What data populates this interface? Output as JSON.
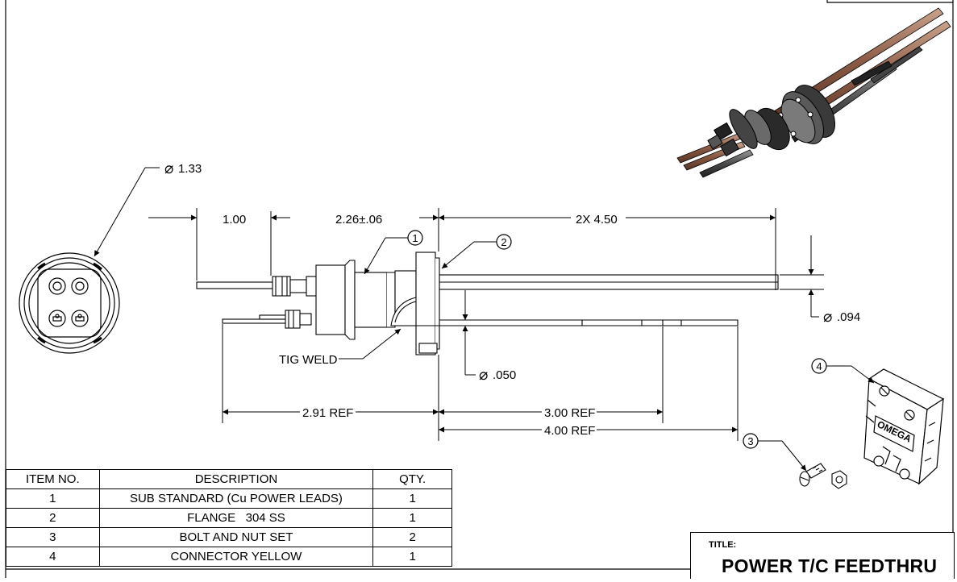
{
  "dimensions": {
    "flange_diameter": "1.33",
    "length_a": "1.00",
    "length_b": "2.26±.06",
    "length_c": "2X 4.50",
    "lead_diameter_large": ".094",
    "lead_diameter_small": ".050",
    "ref_a": "2.91 REF",
    "ref_b": "3.00 REF",
    "ref_c": "4.00 REF"
  },
  "callouts": {
    "weld": "TIG WELD",
    "balloon_1": "1",
    "balloon_2": "2",
    "balloon_3": "3",
    "balloon_4": "4",
    "connector_brand": "OMEGA"
  },
  "bom": {
    "headers": [
      "ITEM NO.",
      "DESCRIPTION",
      "QTY."
    ],
    "rows": [
      {
        "item": "1",
        "description": "SUB STANDARD (Cu POWER LEADS)",
        "qty": "1"
      },
      {
        "item": "2",
        "description": "FLANGE   304 SS",
        "qty": "1"
      },
      {
        "item": "3",
        "description": "BOLT AND NUT SET",
        "qty": "2"
      },
      {
        "item": "4",
        "description": "CONNECTOR YELLOW",
        "qty": "1"
      }
    ]
  },
  "title_block": {
    "label": "TITLE:",
    "title": "POWER T/C FEEDTHRU"
  }
}
